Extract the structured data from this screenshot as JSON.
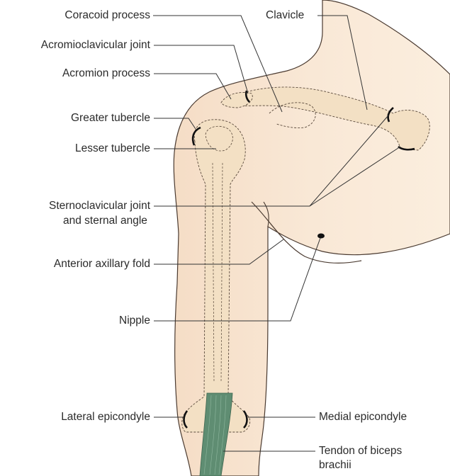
{
  "labels": {
    "coracoid_process": "Coracoid process",
    "clavicle": "Clavicle",
    "acromioclavicular_joint": "Acromioclavicular joint",
    "acromion_process": "Acromion process",
    "greater_tubercle": "Greater tubercle",
    "lesser_tubercle": "Lesser tubercle",
    "sternoclavicular_joint_line1": "Sternoclavicular joint",
    "sternoclavicular_joint_line2": "and sternal angle",
    "anterior_axillary_fold": "Anterior axillary fold",
    "nipple": "Nipple",
    "lateral_epicondyle": "Lateral epicondyle",
    "medial_epicondyle": "Medial epicondyle",
    "tendon_biceps_line1": "Tendon of biceps",
    "tendon_biceps_line2": "brachii"
  },
  "colors": {
    "skin": "#f7e3cf",
    "skin_outline": "#4a3a30",
    "bone": "#f3e0c4",
    "bone_dash": "#5a4a3c",
    "tendon": "#5f8d72",
    "leader": "#333333"
  }
}
